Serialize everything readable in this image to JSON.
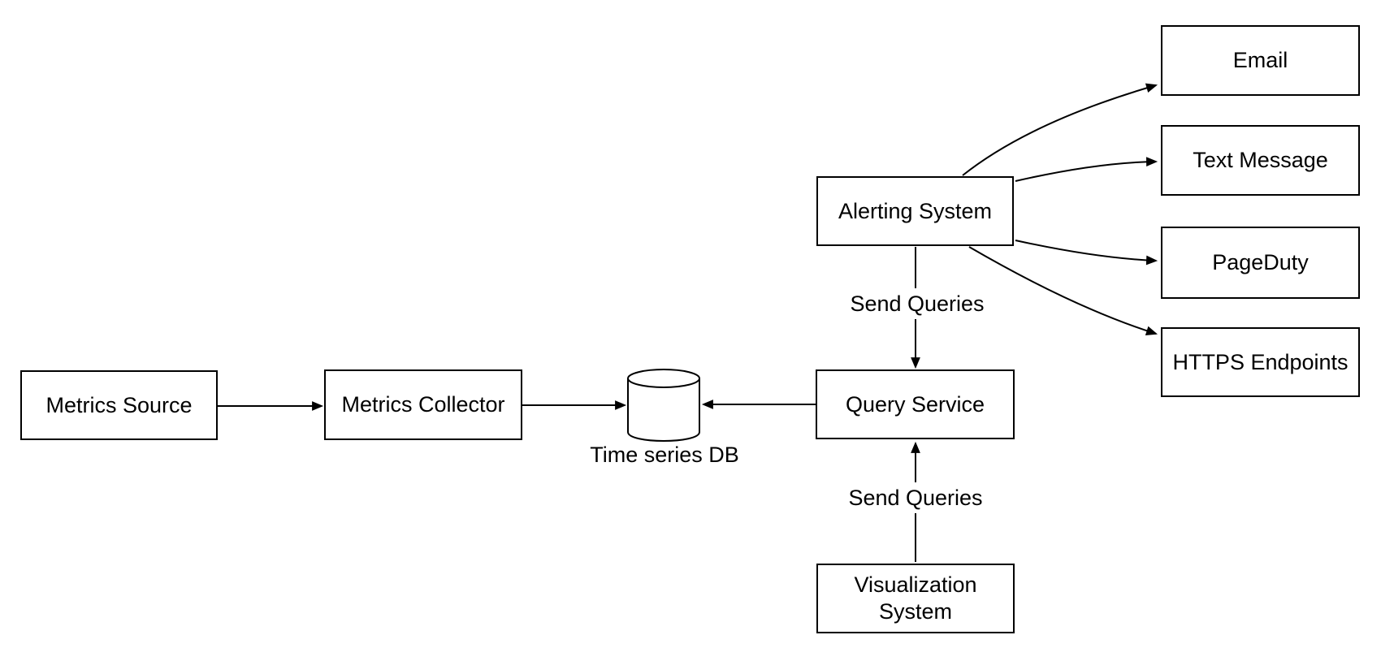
{
  "diagram": {
    "colors": {
      "stroke": "#000000",
      "background": "#ffffff",
      "text": "#000000"
    },
    "nodes": {
      "metrics_source": {
        "label": "Metrics Source",
        "shape": "rect"
      },
      "metrics_collector": {
        "label": "Metrics Collector",
        "shape": "rect"
      },
      "time_series_db": {
        "label": "Time series DB",
        "shape": "cylinder"
      },
      "query_service": {
        "label": "Query Service",
        "shape": "rect"
      },
      "alerting_system": {
        "label": "Alerting System",
        "shape": "rect"
      },
      "visualization_system": {
        "label": "Visualization System",
        "shape": "rect"
      },
      "email": {
        "label": "Email",
        "shape": "rect"
      },
      "text_message": {
        "label": "Text Message",
        "shape": "rect"
      },
      "pageduty": {
        "label": "PageDuty",
        "shape": "rect"
      },
      "https_endpoints": {
        "label": "HTTPS Endpoints",
        "shape": "rect"
      }
    },
    "edge_labels": {
      "alerting_to_query": "Send Queries",
      "visualization_to_query": "Send Queries"
    },
    "edges": [
      {
        "from": "metrics_source",
        "to": "metrics_collector",
        "label": ""
      },
      {
        "from": "metrics_collector",
        "to": "time_series_db",
        "label": ""
      },
      {
        "from": "query_service",
        "to": "time_series_db",
        "label": ""
      },
      {
        "from": "alerting_system",
        "to": "query_service",
        "label": "Send Queries"
      },
      {
        "from": "visualization_system",
        "to": "query_service",
        "label": "Send Queries"
      },
      {
        "from": "alerting_system",
        "to": "email",
        "label": ""
      },
      {
        "from": "alerting_system",
        "to": "text_message",
        "label": ""
      },
      {
        "from": "alerting_system",
        "to": "pageduty",
        "label": ""
      },
      {
        "from": "alerting_system",
        "to": "https_endpoints",
        "label": ""
      }
    ]
  }
}
